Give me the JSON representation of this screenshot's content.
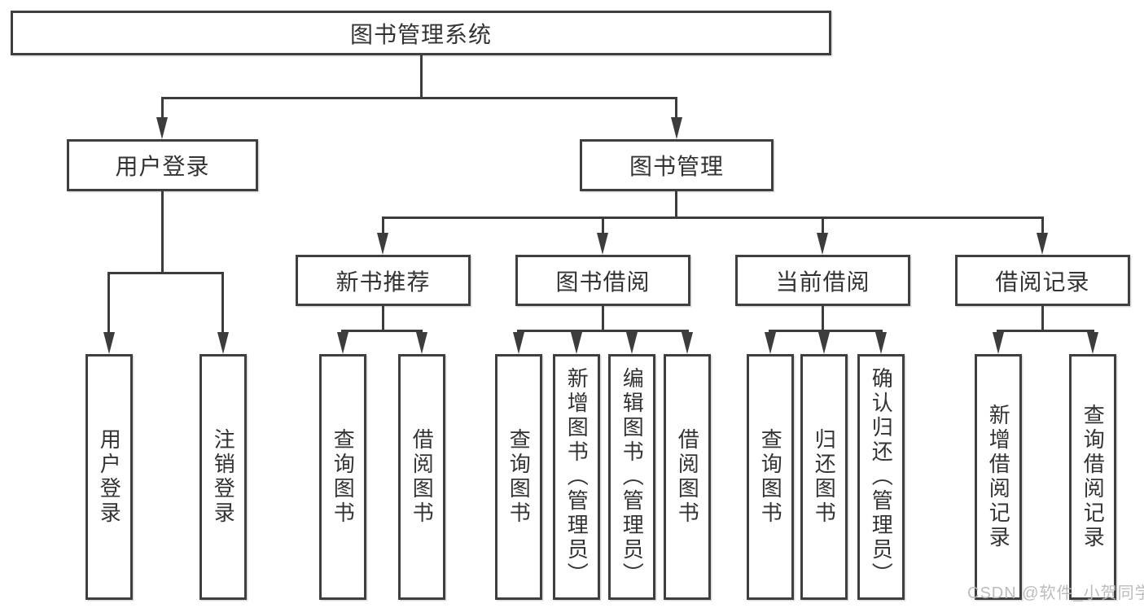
{
  "colors": {
    "line": "#3c3c3c",
    "border": "#3f3f3f",
    "text": "#333333",
    "box_fill": "#ffffff",
    "watermark": "#b9b9b9"
  },
  "watermark": {
    "text": "CSDN @软件_小贺同学"
  },
  "tree": {
    "root": {
      "label": "图书管理系统"
    },
    "children": [
      {
        "label": "用户登录",
        "children": [
          {
            "label": "用户登录"
          },
          {
            "label": "注销登录"
          }
        ]
      },
      {
        "label": "图书管理",
        "children": [
          {
            "label": "新书推荐",
            "children": [
              {
                "label": "查询图书"
              },
              {
                "label": "借阅图书"
              }
            ]
          },
          {
            "label": "图书借阅",
            "children": [
              {
                "label": "查询图书"
              },
              {
                "label": "新增图书（管理员）"
              },
              {
                "label": "编辑图书（管理员）"
              },
              {
                "label": "借阅图书"
              }
            ]
          },
          {
            "label": "当前借阅",
            "children": [
              {
                "label": "查询图书"
              },
              {
                "label": "归还图书"
              },
              {
                "label": "确认归还（管理员）"
              }
            ]
          },
          {
            "label": "借阅记录",
            "children": [
              {
                "label": "新增借阅记录"
              },
              {
                "label": "查询借阅记录"
              }
            ]
          }
        ]
      }
    ]
  }
}
